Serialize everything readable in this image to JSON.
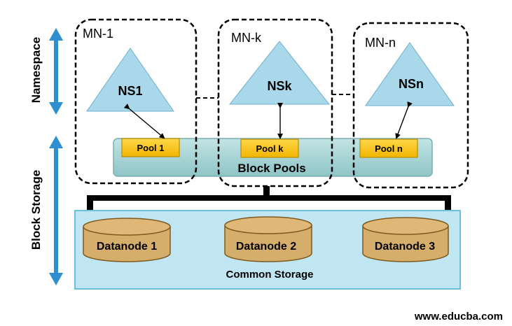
{
  "side_labels": {
    "namespace": "Namespace",
    "block_storage": "Block Storage"
  },
  "name_managers": [
    {
      "title": "MN-1",
      "namespace": "NS1",
      "pool": "Pool 1"
    },
    {
      "title": "MN-k",
      "namespace": "NSk",
      "pool": "Pool k"
    },
    {
      "title": "MN-n",
      "namespace": "NSn",
      "pool": "Pool n"
    }
  ],
  "block_pools_label": "Block Pools",
  "common_storage": {
    "label": "Common Storage",
    "datanodes": [
      "Datanode 1",
      "Datanode 2",
      "Datanode 3"
    ]
  },
  "watermark": "www.educba.com",
  "colors": {
    "triangle_fill": "#a9d8ea",
    "pool_fill": "#ffc000",
    "pool_border": "#c8a000",
    "block_pool_band": "#a8d4d4",
    "common_storage_fill": "#bfe6f2",
    "cylinder_fill": "#d6ae6b",
    "arrow_blue": "#2e8fd0"
  }
}
